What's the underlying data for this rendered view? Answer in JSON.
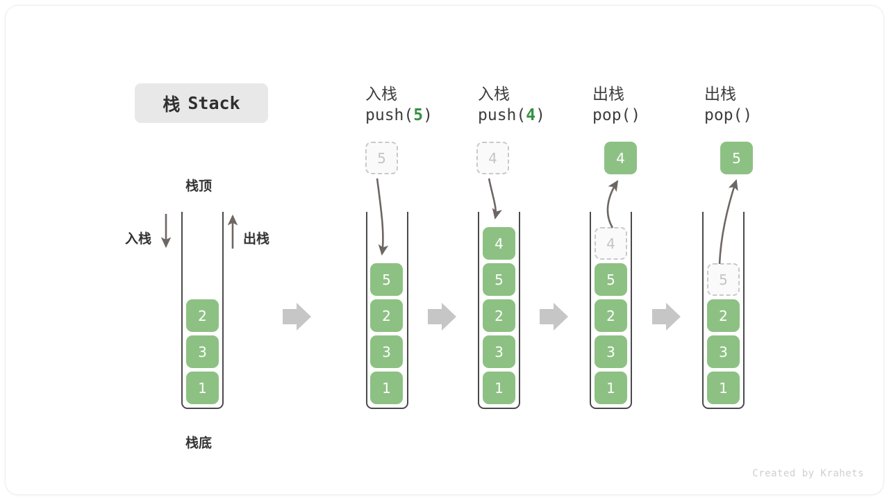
{
  "title": {
    "cjk": "栈",
    "latin": "Stack"
  },
  "annotations": {
    "top_label": "栈顶",
    "bottom_label": "栈底",
    "push_label": "入栈",
    "pop_label": "出栈"
  },
  "watermark": "Created by Krahets",
  "colors": {
    "cell_green": "#8dc183",
    "accent_green": "#32913f",
    "ghost_border": "#c9c9c9",
    "ghost_text": "#c4c4c4",
    "tube_stroke": "#4a4a4a",
    "arrow_gray": "#6e6663",
    "step_arrow": "#c6c6c6",
    "badge_bg": "#e8e8e8"
  },
  "steps": [
    {
      "id": "initial",
      "op_cjk": "",
      "op_code": "",
      "op_arg": "",
      "stack": [
        "2",
        "3",
        "1"
      ],
      "floating": null,
      "ghost_in_stack": null
    },
    {
      "id": "push-5",
      "op_cjk": "入栈",
      "op_code_prefix": "push(",
      "op_arg": "5",
      "op_code_suffix": ")",
      "stack": [
        "5",
        "2",
        "3",
        "1"
      ],
      "floating": {
        "value": "5",
        "kind": "ghost",
        "direction": "down"
      },
      "ghost_in_stack": null
    },
    {
      "id": "push-4",
      "op_cjk": "入栈",
      "op_code_prefix": "push(",
      "op_arg": "4",
      "op_code_suffix": ")",
      "stack": [
        "4",
        "5",
        "2",
        "3",
        "1"
      ],
      "floating": {
        "value": "4",
        "kind": "ghost",
        "direction": "down"
      },
      "ghost_in_stack": null
    },
    {
      "id": "pop-1",
      "op_cjk": "出栈",
      "op_code_prefix": "pop(",
      "op_arg": "",
      "op_code_suffix": ")",
      "stack": [
        "4",
        "5",
        "2",
        "3",
        "1"
      ],
      "floating": {
        "value": "4",
        "kind": "solid",
        "direction": "up"
      },
      "ghost_in_stack": "4"
    },
    {
      "id": "pop-2",
      "op_cjk": "出栈",
      "op_code_prefix": "pop(",
      "op_arg": "",
      "op_code_suffix": ")",
      "stack": [
        "5",
        "2",
        "3",
        "1"
      ],
      "floating": {
        "value": "5",
        "kind": "solid",
        "direction": "up"
      },
      "ghost_in_stack": "5"
    }
  ],
  "stack_values": {
    "s1": [
      "2",
      "3",
      "1"
    ],
    "s2": [
      "5",
      "2",
      "3",
      "1"
    ],
    "s3": [
      "4",
      "5",
      "2",
      "3",
      "1"
    ],
    "s4": [
      "4",
      "5",
      "2",
      "3",
      "1"
    ],
    "s5": [
      "5",
      "2",
      "3",
      "1"
    ]
  },
  "floating_boxes": {
    "f2": "5",
    "f3": "4",
    "f4": "4",
    "f5": "5"
  }
}
